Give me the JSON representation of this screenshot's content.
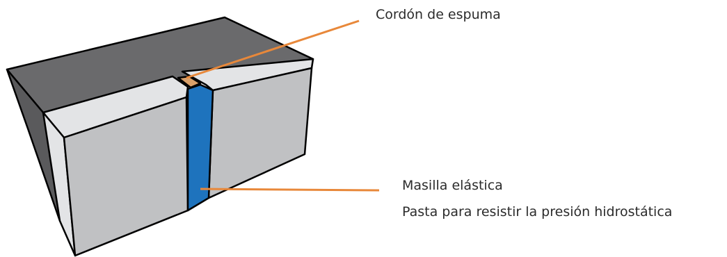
{
  "labels": {
    "foam_cord": "Cordón de espuma",
    "elastic_sealant": "Masilla elástica",
    "paste": "Pasta para resistir la presión hidrostática"
  },
  "colors": {
    "block_top": "#6a6a6c",
    "block_left": "#5a5a5c",
    "face_light": "#e3e4e6",
    "face_main": "#c0c1c3",
    "sealant": "#1e73bd",
    "foam_cord": "#d9a06a",
    "leader_line": "#e8883a",
    "outline": "#000000"
  }
}
